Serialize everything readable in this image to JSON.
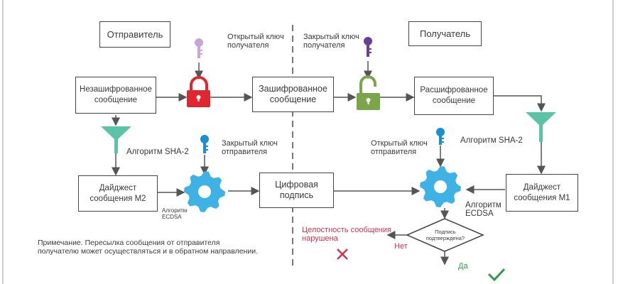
{
  "sender": "Отправитель",
  "receiver": "Получатель",
  "plain_message": [
    "Незашифрованное",
    "сообщение"
  ],
  "encrypted_message": [
    "Зашифрованное",
    "сообщение"
  ],
  "decrypted_message": [
    "Расшифрованное",
    "сообщение"
  ],
  "receiver_public_key": [
    "Открытый ключ",
    "получателя"
  ],
  "receiver_private_key": [
    "Закрытый ключ",
    "получателя"
  ],
  "sender_private_key": [
    "Закрытый ключ",
    "отправителя"
  ],
  "sender_public_key": [
    "Открытый ключ",
    "отправителя"
  ],
  "sha_left": "Алгоритм SHA-2",
  "sha_right": "Алгоритм SHA-2",
  "digest_m2": [
    "Дайджест",
    "сообщения M2"
  ],
  "digest_m1": [
    "Дайджест",
    "сообщения M1"
  ],
  "ecdsa_left": [
    "Алгоритм",
    "ECDSA"
  ],
  "ecdsa_right": [
    "Алгоритм",
    "ECDSA"
  ],
  "signature": [
    "Цифровая",
    "подпись"
  ],
  "decision": [
    "Подпись",
    "подтверждена?"
  ],
  "no": "Нет",
  "yes": "Да",
  "integrity_broken": [
    "Целостность сообщения",
    "нарушена"
  ],
  "note": [
    "Примечание. Пересылка сообщения от отправителя",
    "получателю может осуществляться и в обратном направлении."
  ],
  "colors": {
    "lock_closed": "#e0262f",
    "lock_open": "#7aa54a",
    "key_public_receiver": "#c7a6d6",
    "key_private_receiver": "#6a3f97",
    "key_sender": "#1a8fd0",
    "gear": "#3eb2e4",
    "funnel": "#5cc4a6",
    "error": "#d7304a",
    "success": "#2e9b4a"
  }
}
